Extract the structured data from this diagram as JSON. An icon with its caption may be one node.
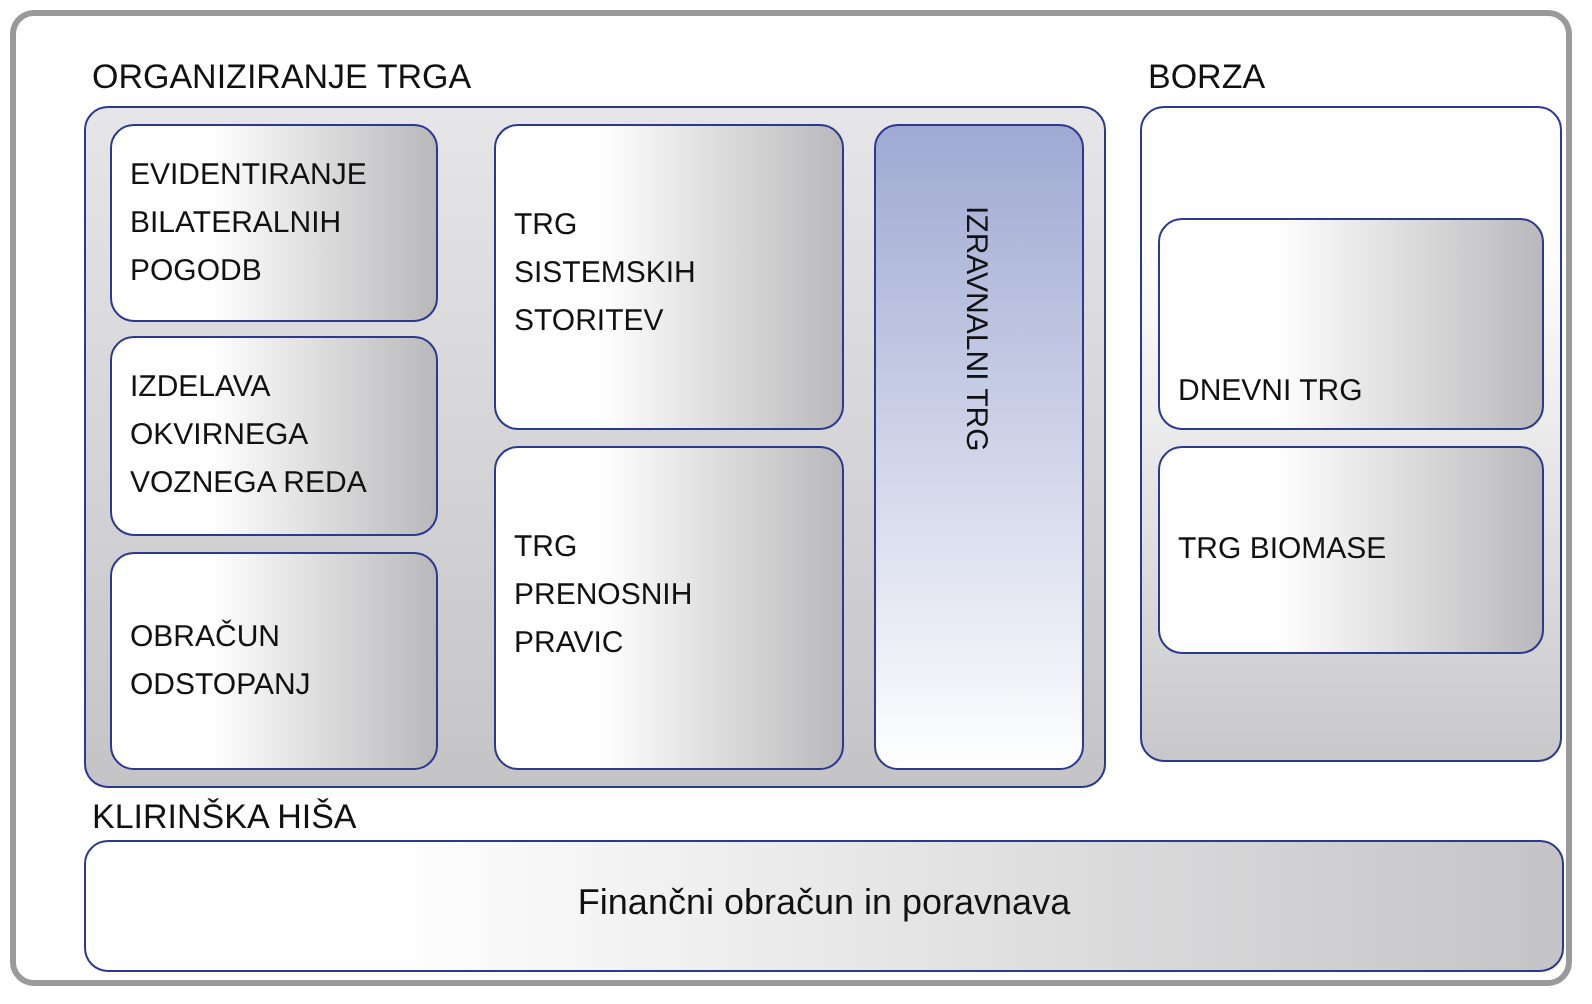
{
  "diagram": {
    "nodes": [
      {
        "text": [
          "ORGANIZIRANJE TRGA"
        ]
      },
      {
        "text": [
          "EVIDENTIRANJE BILATERALNIH POGODB"
        ],
        "in": 0
      },
      {
        "text": [
          "IZDELAVA OKVIRNEGA VOZNEGA REDA"
        ],
        "in": 0
      },
      {
        "text": [
          "OBRAČUN ODSTOPANJ"
        ],
        "in": 0
      },
      {
        "text": [
          "TRG SISTEMSKIH STORITEV"
        ],
        "in": 0
      },
      {
        "text": [
          "TRG PRENOSNIH PRAVIC"
        ],
        "in": 0
      },
      {
        "text": [
          "IZRAVNALNI TRG"
        ],
        "in": 0
      },
      {
        "text": [
          "BORZA"
        ]
      },
      {
        "text": [
          "DNEVNI TRG"
        ],
        "in": 7
      },
      {
        "text": [
          "TRG BIOMASE"
        ],
        "in": 7
      },
      {
        "text": [
          "KLIRINŠKA HIŠA",
          "Finančni obračun in poravnava"
        ]
      }
    ],
    "edges": []
  }
}
